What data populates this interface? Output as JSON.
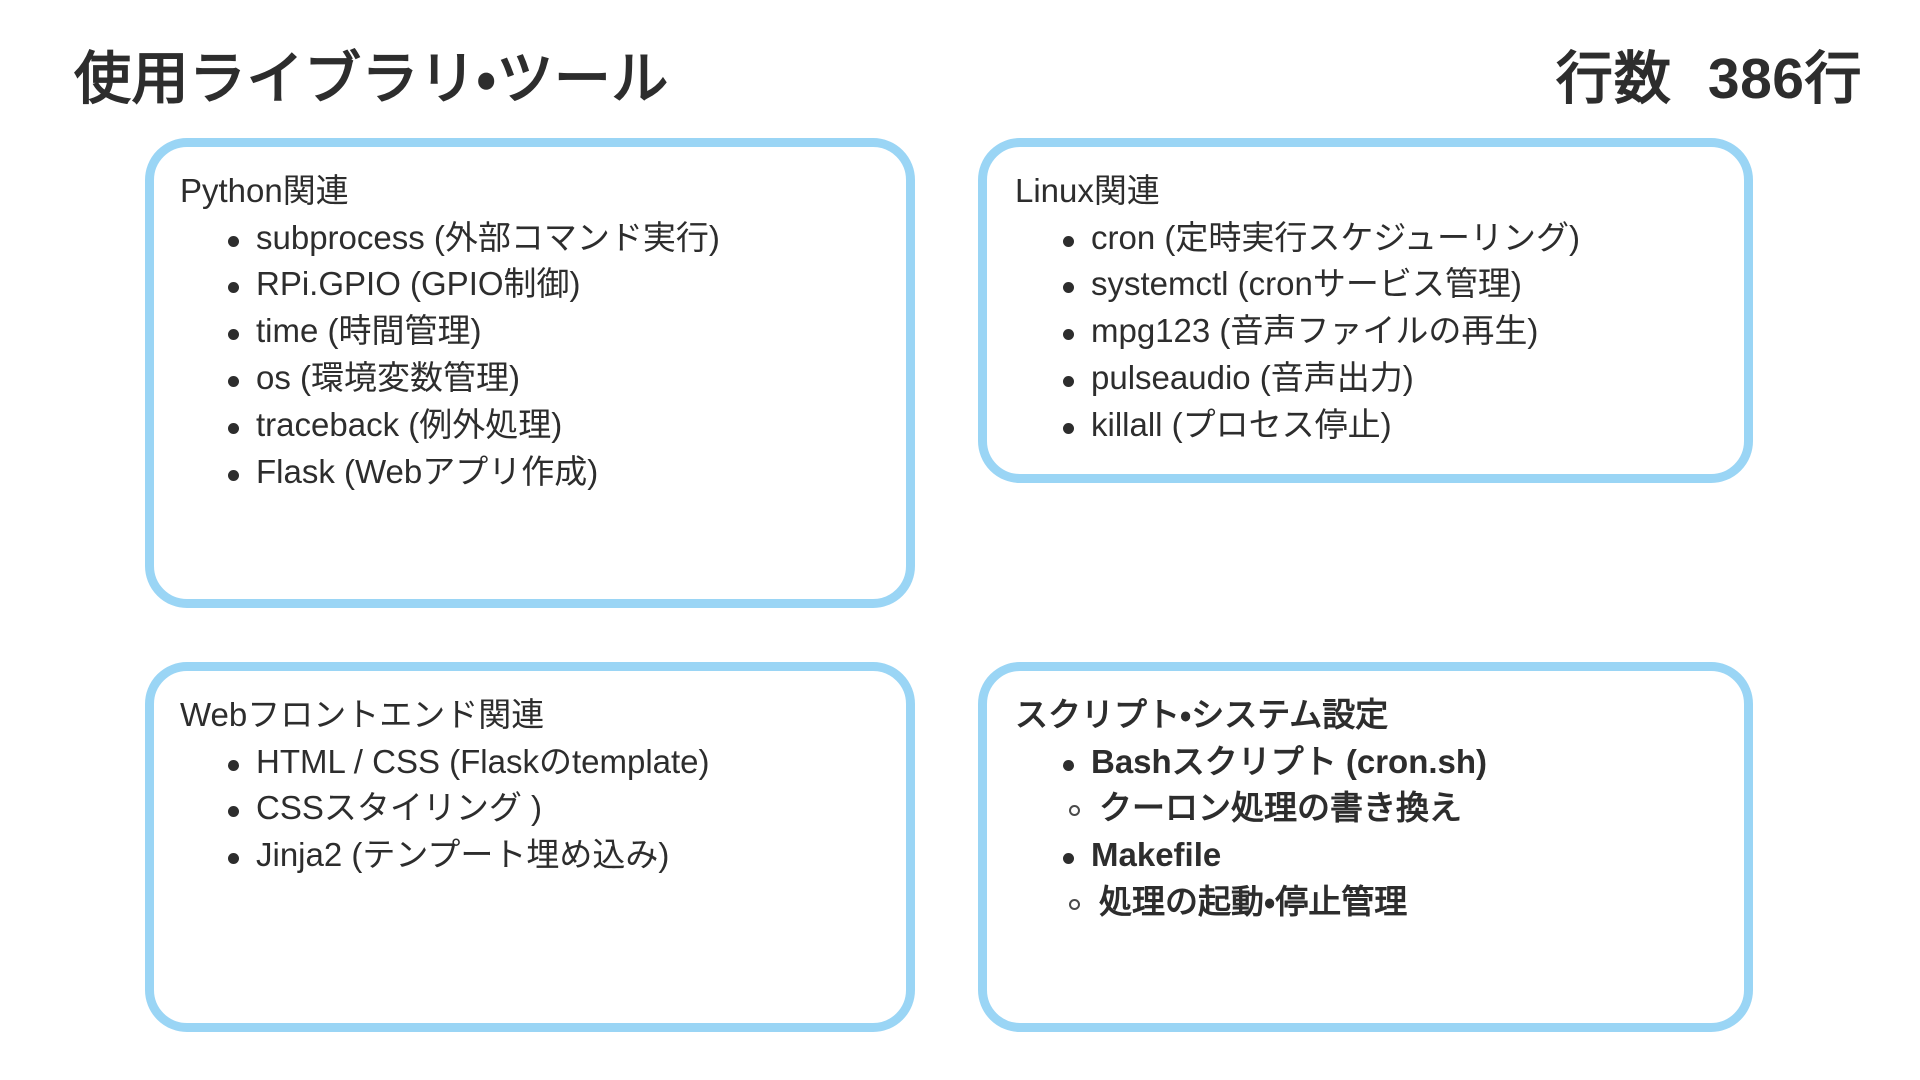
{
  "header": {
    "title": "使用ライブラリ・ツール",
    "meta_label": "行数",
    "meta_value": "386行"
  },
  "colors": {
    "card_border": "#9ad5f5",
    "text": "#2d2d2d",
    "background": "#ffffff"
  },
  "cards": [
    {
      "id": "python",
      "title": "Python関連",
      "items": [
        "subprocess (外部コマンド実行)",
        "RPi.GPIO (GPIO制御)",
        "time (時間管理)",
        "os (環境変数管理)",
        "traceback (例外処理)",
        "Flask (Webアプリ作成)"
      ]
    },
    {
      "id": "linux",
      "title": "Linux関連",
      "items": [
        "cron (定時実行スケジューリング)",
        "systemctl (cronサービス管理)",
        "mpg123 (音声ファイルの再生)",
        "pulseaudio (音声出力)",
        "killall (プロセス停止)"
      ]
    },
    {
      "id": "web",
      "title": "Webフロントエンド関連",
      "items": [
        "HTML / CSS (Flaskのtemplate)",
        "CSSスタイリング )",
        "Jinja2 (テンプート埋め込み)"
      ]
    },
    {
      "id": "script",
      "title": "スクリプト・システム設定",
      "items": [
        "Bashスクリプト (cron.sh)",
        "Makefile"
      ],
      "subitems": [
        "クーロン処理の書き換え",
        "処理の起動・停止管理"
      ]
    }
  ]
}
